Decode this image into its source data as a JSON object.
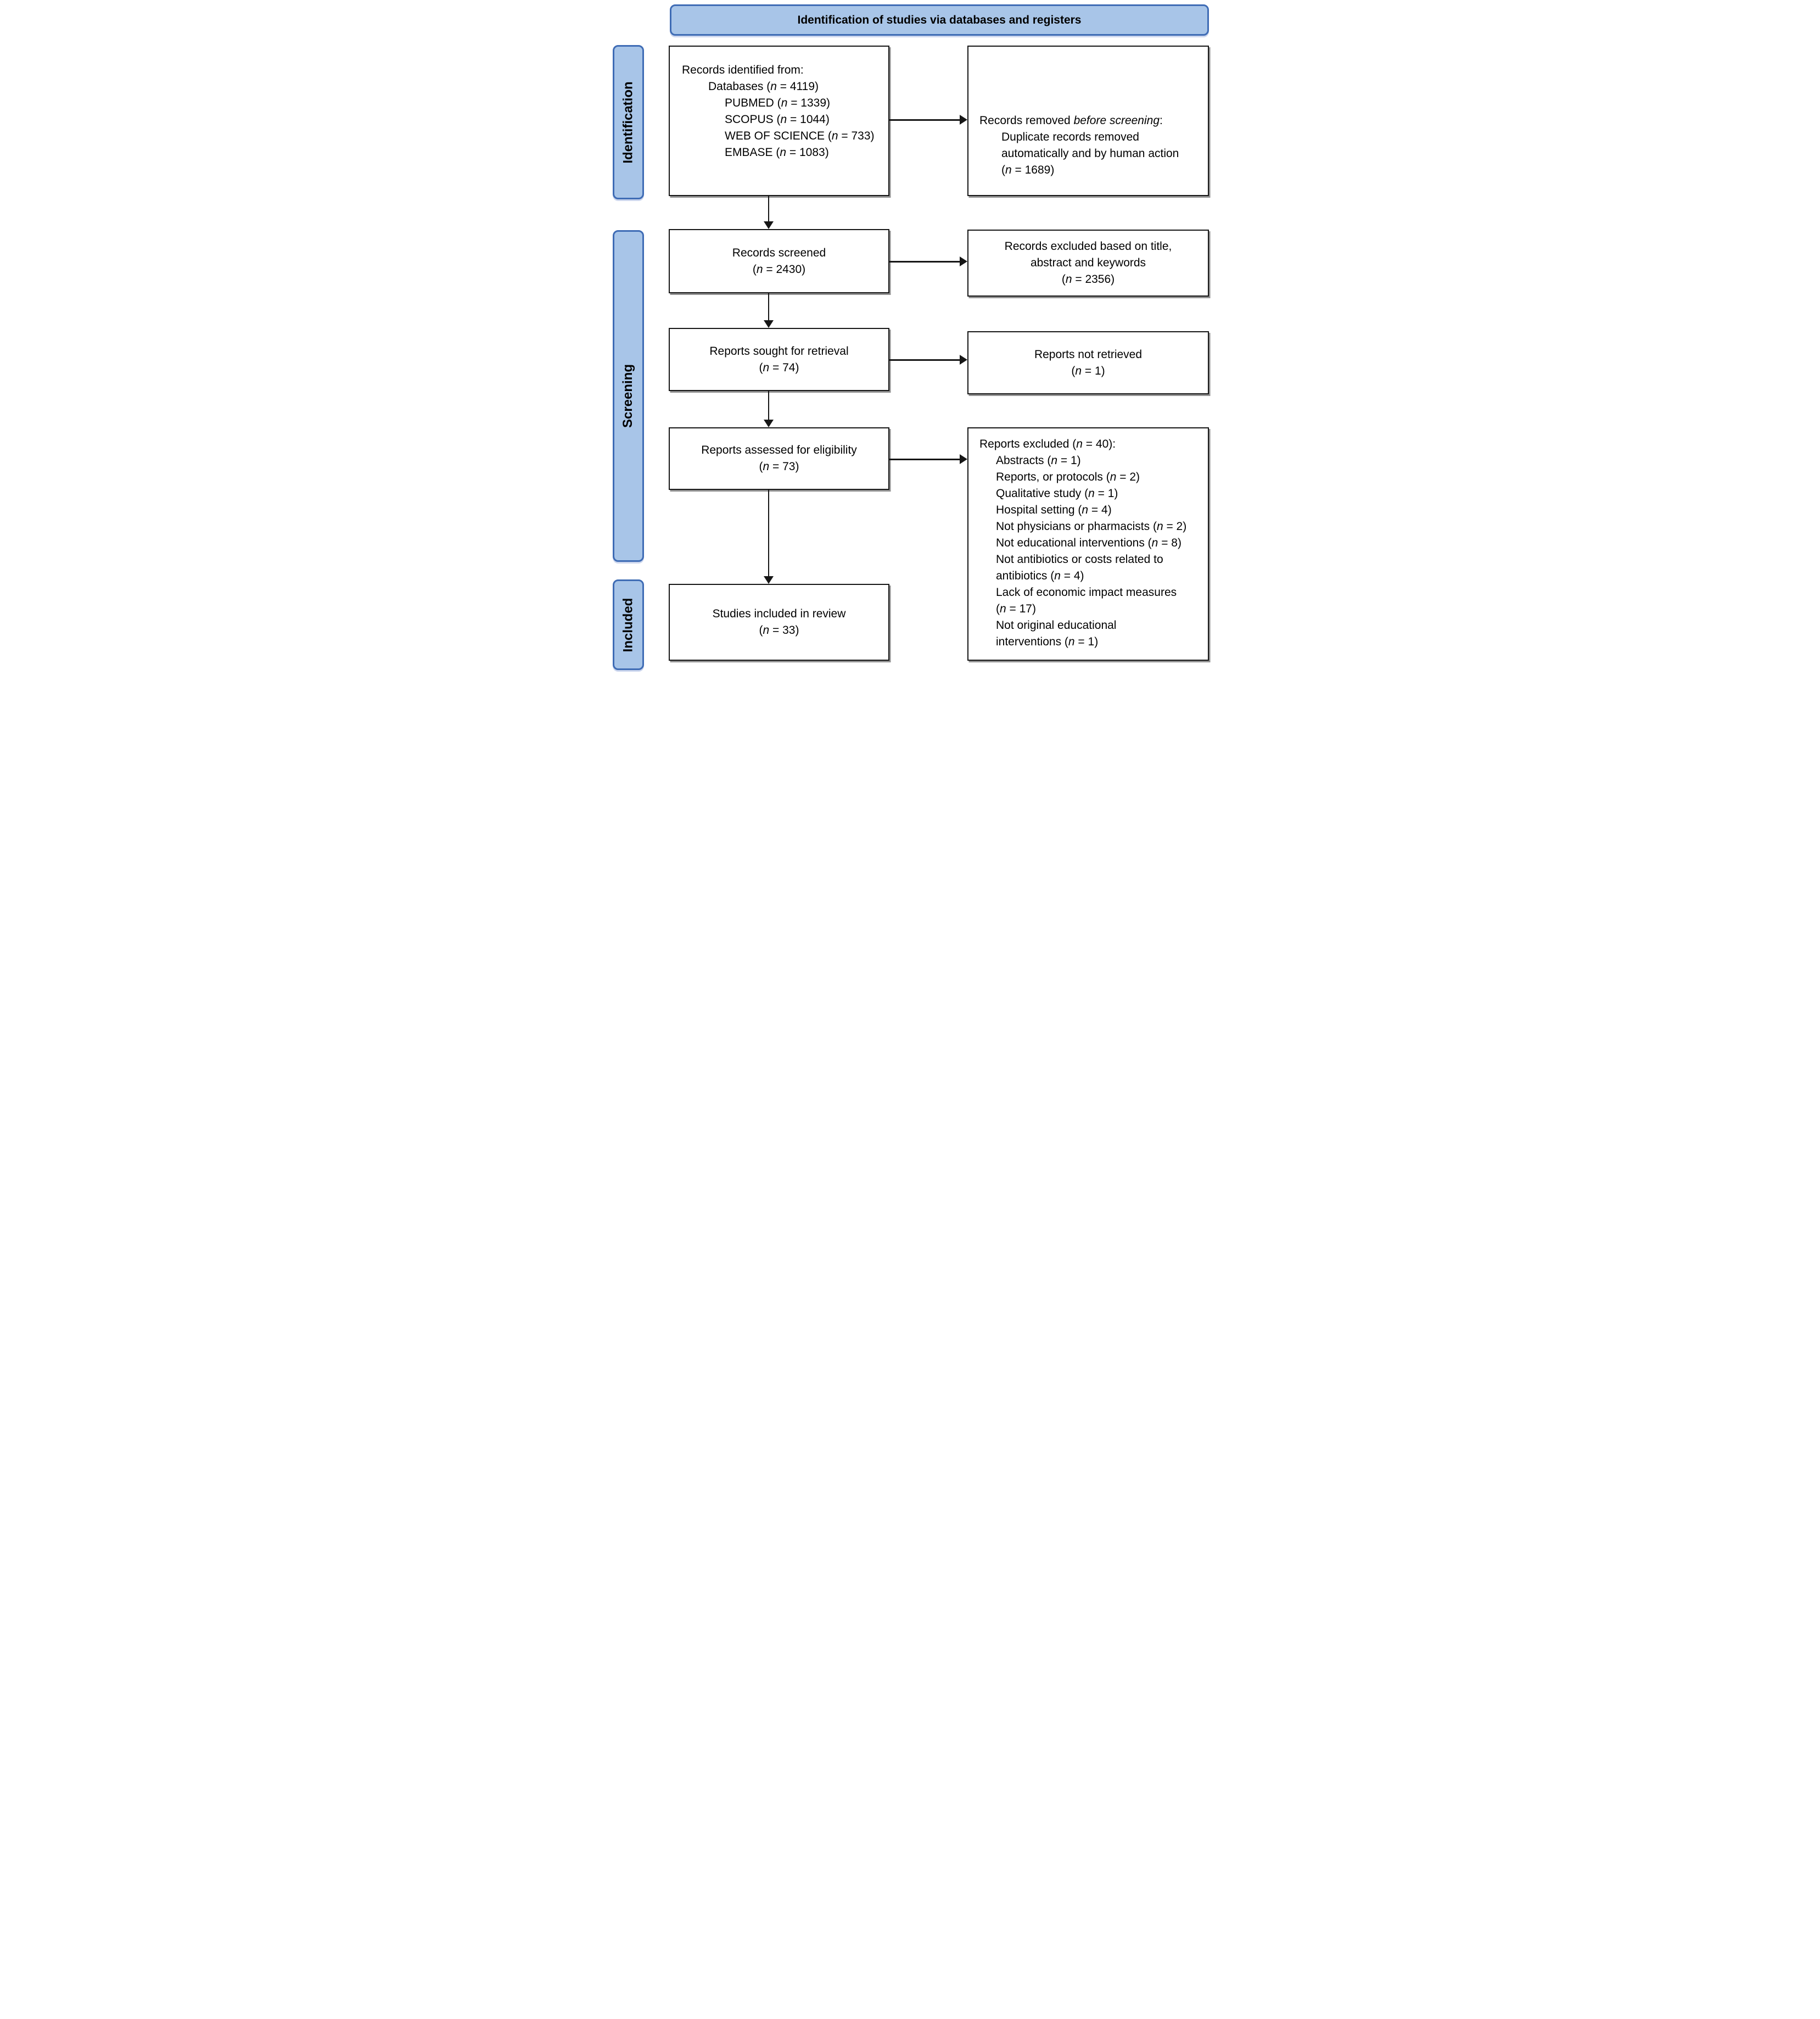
{
  "banner": {
    "title": "Identification of studies via databases and registers"
  },
  "stages": {
    "identification": "Identification",
    "screening": "Screening",
    "included": "Included"
  },
  "colors": {
    "stage_fill": "#a8c5e8",
    "stage_border": "#3f6cb5",
    "box_border": "#161616",
    "arrow": "#161616"
  },
  "boxes": {
    "records_identified": {
      "lines": [
        {
          "text": "Records identified from:",
          "indent": 0
        },
        {
          "text": "Databases (*n* = 4119)",
          "indent": 1
        },
        {
          "text": "PUBMED (*n* = 1339)",
          "indent": 2
        },
        {
          "text": "SCOPUS (*n* = 1044)",
          "indent": 2
        },
        {
          "text": "WEB OF SCIENCE (*n* = 733)",
          "indent": 2
        },
        {
          "text": "EMBASE (*n* = 1083)",
          "indent": 2
        }
      ]
    },
    "records_removed": {
      "lines": [
        {
          "text": "Records removed *before screening*:",
          "indent": 0
        },
        {
          "text": "Duplicate records removed",
          "indent": 1
        },
        {
          "text": "automatically and by human action",
          "indent": 1
        },
        {
          "text": "(*n* = 1689)",
          "indent": 1
        }
      ]
    },
    "records_screened": {
      "lines": [
        {
          "text": "Records screened",
          "indent": 0
        },
        {
          "text": "(*n* = 2430)",
          "indent": 0
        }
      ]
    },
    "records_excluded": {
      "lines": [
        {
          "text": "Records excluded based on title,",
          "indent": 0
        },
        {
          "text": "abstract and keywords",
          "indent": 0
        },
        {
          "text": "(*n* = 2356)",
          "indent": 0
        }
      ]
    },
    "reports_sought": {
      "lines": [
        {
          "text": "Reports sought for retrieval",
          "indent": 0
        },
        {
          "text": "(*n* = 74)",
          "indent": 0
        }
      ]
    },
    "reports_not_retrieved": {
      "lines": [
        {
          "text": "Reports not retrieved",
          "indent": 0
        },
        {
          "text": "(*n* = 1)",
          "indent": 0
        }
      ]
    },
    "reports_assessed": {
      "lines": [
        {
          "text": "Reports assessed for eligibility",
          "indent": 0
        },
        {
          "text": "(*n* = 73)",
          "indent": 0
        }
      ]
    },
    "reports_excluded": {
      "lines": [
        {
          "text": "Reports excluded (*n* = 40):",
          "indent": 0
        },
        {
          "text": "Abstracts (*n* = 1)",
          "indent": 1
        },
        {
          "text": "Reports, or protocols (*n* = 2)",
          "indent": 1
        },
        {
          "text": "Qualitative study (*n* = 1)",
          "indent": 1
        },
        {
          "text": "Hospital setting (*n* = 4)",
          "indent": 1
        },
        {
          "text": "Not physicians or pharmacists (*n* = 2)",
          "indent": 1
        },
        {
          "text": "Not educational interventions (*n* = 8)",
          "indent": 1
        },
        {
          "text": "Not antibiotics or costs related to",
          "indent": 1
        },
        {
          "text": "antibiotics (*n* = 4)",
          "indent": 1
        },
        {
          "text": "Lack of economic impact measures",
          "indent": 1
        },
        {
          "text": "(*n* = 17)",
          "indent": 1
        },
        {
          "text": "Not original educational",
          "indent": 1
        },
        {
          "text": "interventions (*n* = 1)",
          "indent": 1
        }
      ]
    },
    "studies_included": {
      "lines": [
        {
          "text": "Studies included in review",
          "indent": 0
        },
        {
          "text": "(*n* = 33)",
          "indent": 0
        }
      ]
    }
  }
}
